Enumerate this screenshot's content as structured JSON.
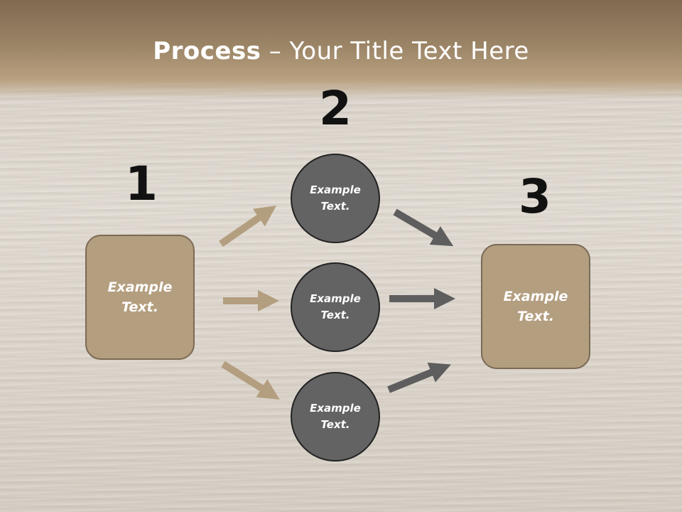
{
  "title": {
    "bold": "Process",
    "rest": " – Your Title Text Here"
  },
  "steps": {
    "step1": {
      "number": "1",
      "box_text": "Example\nText."
    },
    "step2": {
      "number": "2",
      "circles": [
        "Example\nText.",
        "Example\nText.",
        "Example\nText."
      ]
    },
    "step3": {
      "number": "3",
      "box_text": "Example\nText."
    }
  },
  "colors": {
    "left_arrows": "#b39e7f",
    "right_arrows": "#5e5e5e",
    "box_fill": "#b39e7f",
    "circle_fill": "#636363"
  }
}
